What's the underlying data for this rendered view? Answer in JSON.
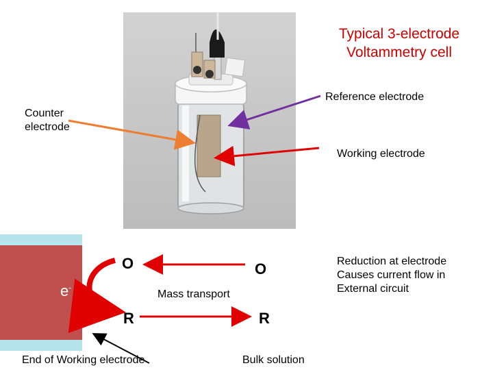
{
  "title": {
    "line1": "Typical 3-electrode",
    "line2": "Voltammetry cell"
  },
  "labels": {
    "reference": "Reference electrode",
    "counter_line1": "Counter",
    "counter_line2": "electrode",
    "working": "Working electrode",
    "reduction_line1": "Reduction at electrode",
    "reduction_line2": "Causes current flow in",
    "reduction_line3": "External circuit",
    "mass_transport": "Mass transport",
    "end_working": "End of Working electrode",
    "bulk": "Bulk solution"
  },
  "species": {
    "o_left": "O",
    "o_right": "O",
    "r_left": "R",
    "r_right": "R",
    "electron": "e",
    "electron_sup": "-"
  },
  "colors": {
    "title": "#cc0000",
    "reference_arrow": "#7030a0",
    "counter_arrow": "#ed7d31",
    "red_arrow": "#e00000",
    "electrode": "#c0504d",
    "electrode_cap": "#b7e4ec"
  }
}
